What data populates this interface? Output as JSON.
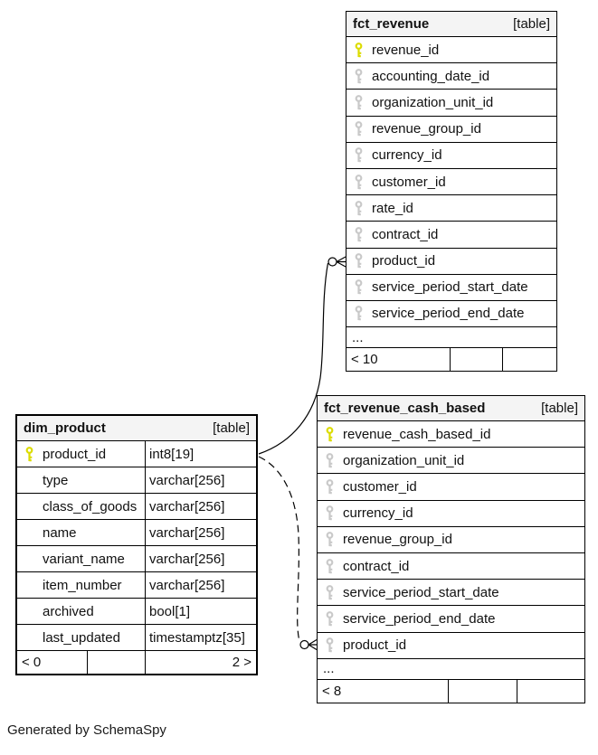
{
  "diagram": {
    "generator_note": "Generated by SchemaSpy"
  },
  "colors": {
    "background": "#ffffff",
    "header_bg": "#f4f4f4",
    "border": "#000000",
    "text": "#111111",
    "primary_key": "#dcdc00",
    "foreign_key": "#c9c9c9"
  },
  "tables": [
    {
      "name": "fct_revenue",
      "badge": "[table]",
      "columns": [
        {
          "name": "revenue_id",
          "key": "primary"
        },
        {
          "name": "accounting_date_id",
          "key": "foreign"
        },
        {
          "name": "organization_unit_id",
          "key": "foreign"
        },
        {
          "name": "revenue_group_id",
          "key": "foreign"
        },
        {
          "name": "currency_id",
          "key": "foreign"
        },
        {
          "name": "customer_id",
          "key": "foreign"
        },
        {
          "name": "rate_id",
          "key": "foreign"
        },
        {
          "name": "contract_id",
          "key": "foreign"
        },
        {
          "name": "product_id",
          "key": "foreign"
        },
        {
          "name": "service_period_start_date",
          "key": "foreign"
        },
        {
          "name": "service_period_end_date",
          "key": "foreign"
        }
      ],
      "truncated": "...",
      "footer": {
        "left": "< 10",
        "middle": "",
        "right": ""
      }
    },
    {
      "name": "dim_product",
      "badge": "[table]",
      "columns": [
        {
          "name": "product_id",
          "type": "int8[19]",
          "key": "primary"
        },
        {
          "name": "type",
          "type": "varchar[256]",
          "key": "none"
        },
        {
          "name": "class_of_goods",
          "type": "varchar[256]",
          "key": "none"
        },
        {
          "name": "name",
          "type": "varchar[256]",
          "key": "none"
        },
        {
          "name": "variant_name",
          "type": "varchar[256]",
          "key": "none"
        },
        {
          "name": "item_number",
          "type": "varchar[256]",
          "key": "none"
        },
        {
          "name": "archived",
          "type": "bool[1]",
          "key": "none"
        },
        {
          "name": "last_updated",
          "type": "timestamptz[35]",
          "key": "none"
        }
      ],
      "footer": {
        "left": "< 0",
        "middle": "",
        "right": "2 >"
      }
    },
    {
      "name": "fct_revenue_cash_based",
      "badge": "[table]",
      "columns": [
        {
          "name": "revenue_cash_based_id",
          "key": "primary"
        },
        {
          "name": "organization_unit_id",
          "key": "foreign"
        },
        {
          "name": "customer_id",
          "key": "foreign"
        },
        {
          "name": "currency_id",
          "key": "foreign"
        },
        {
          "name": "revenue_group_id",
          "key": "foreign"
        },
        {
          "name": "contract_id",
          "key": "foreign"
        },
        {
          "name": "service_period_start_date",
          "key": "foreign"
        },
        {
          "name": "service_period_end_date",
          "key": "foreign"
        },
        {
          "name": "product_id",
          "key": "foreign"
        }
      ],
      "truncated": "...",
      "footer": {
        "left": "< 8",
        "middle": "",
        "right": ""
      }
    }
  ],
  "relationships": [
    {
      "from_table": "dim_product",
      "from_column": "product_id",
      "to_table": "fct_revenue",
      "to_column": "product_id",
      "line_style": "solid",
      "marker": "circle-crowfoot"
    },
    {
      "from_table": "dim_product",
      "from_column": "product_id",
      "to_table": "fct_revenue_cash_based",
      "to_column": "product_id",
      "line_style": "dashed",
      "marker": "circle-crowfoot"
    }
  ]
}
